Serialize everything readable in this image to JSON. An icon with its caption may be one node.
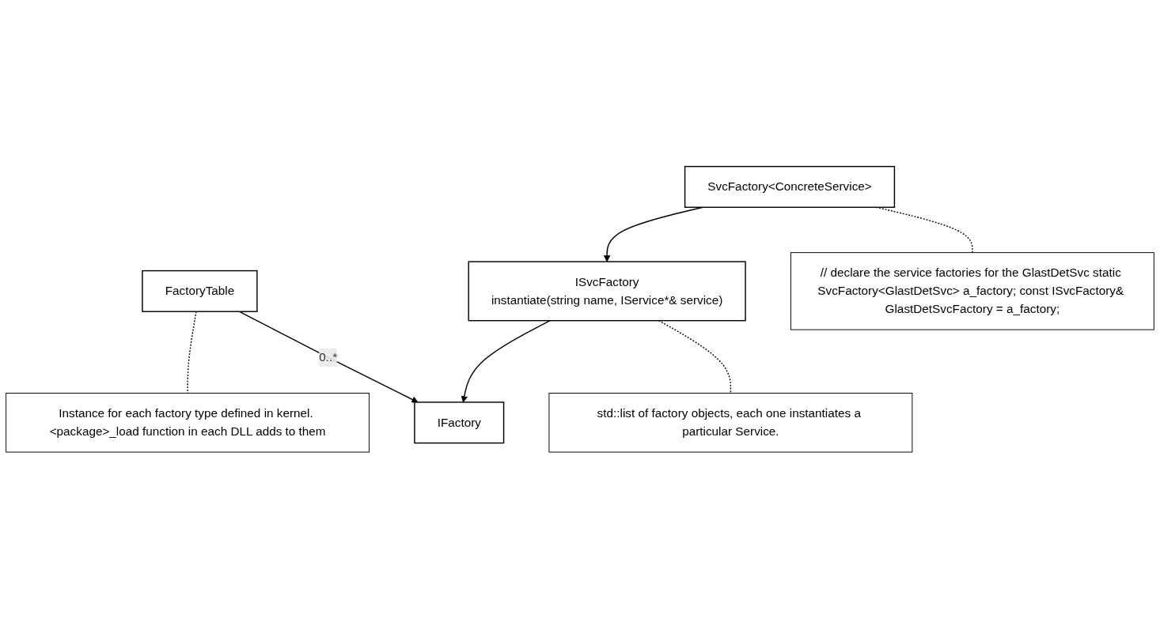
{
  "diagram": {
    "nodes": [
      {
        "text": [
          "FactoryTable"
        ]
      },
      {
        "text": [
          "Instance for each factory type defined in kernel. <package>_load function in each DLL adds to them"
        ]
      },
      {
        "text": [
          "IFactory"
        ]
      },
      {
        "text": [
          "std::list of factory objects, each one instantiates a particular Service."
        ]
      },
      {
        "text": [
          "ISvcFactory",
          "instantiate(string name, IService*& service)"
        ]
      },
      {
        "text": [
          "SvcFactory<ConcreteService>"
        ]
      },
      {
        "text": [
          "// declare the service factories for the GlastDetSvc static SvcFactory<GlastDetSvc> a_factory; const ISvcFactory& GlastDetSvcFactory = a_factory;"
        ]
      }
    ],
    "edges": [
      {
        "from": 0,
        "to": 1,
        "arrow": "none",
        "style": "dashed"
      },
      {
        "from": 0,
        "to": 2,
        "arrow": "to",
        "label": "0..*"
      },
      {
        "from": 4,
        "to": 2,
        "arrow": "to"
      },
      {
        "from": 4,
        "to": 3,
        "arrow": "none",
        "style": "dashed"
      },
      {
        "from": 5,
        "to": 4,
        "arrow": "to"
      },
      {
        "from": 5,
        "to": 6,
        "arrow": "none",
        "style": "dashed"
      }
    ]
  }
}
